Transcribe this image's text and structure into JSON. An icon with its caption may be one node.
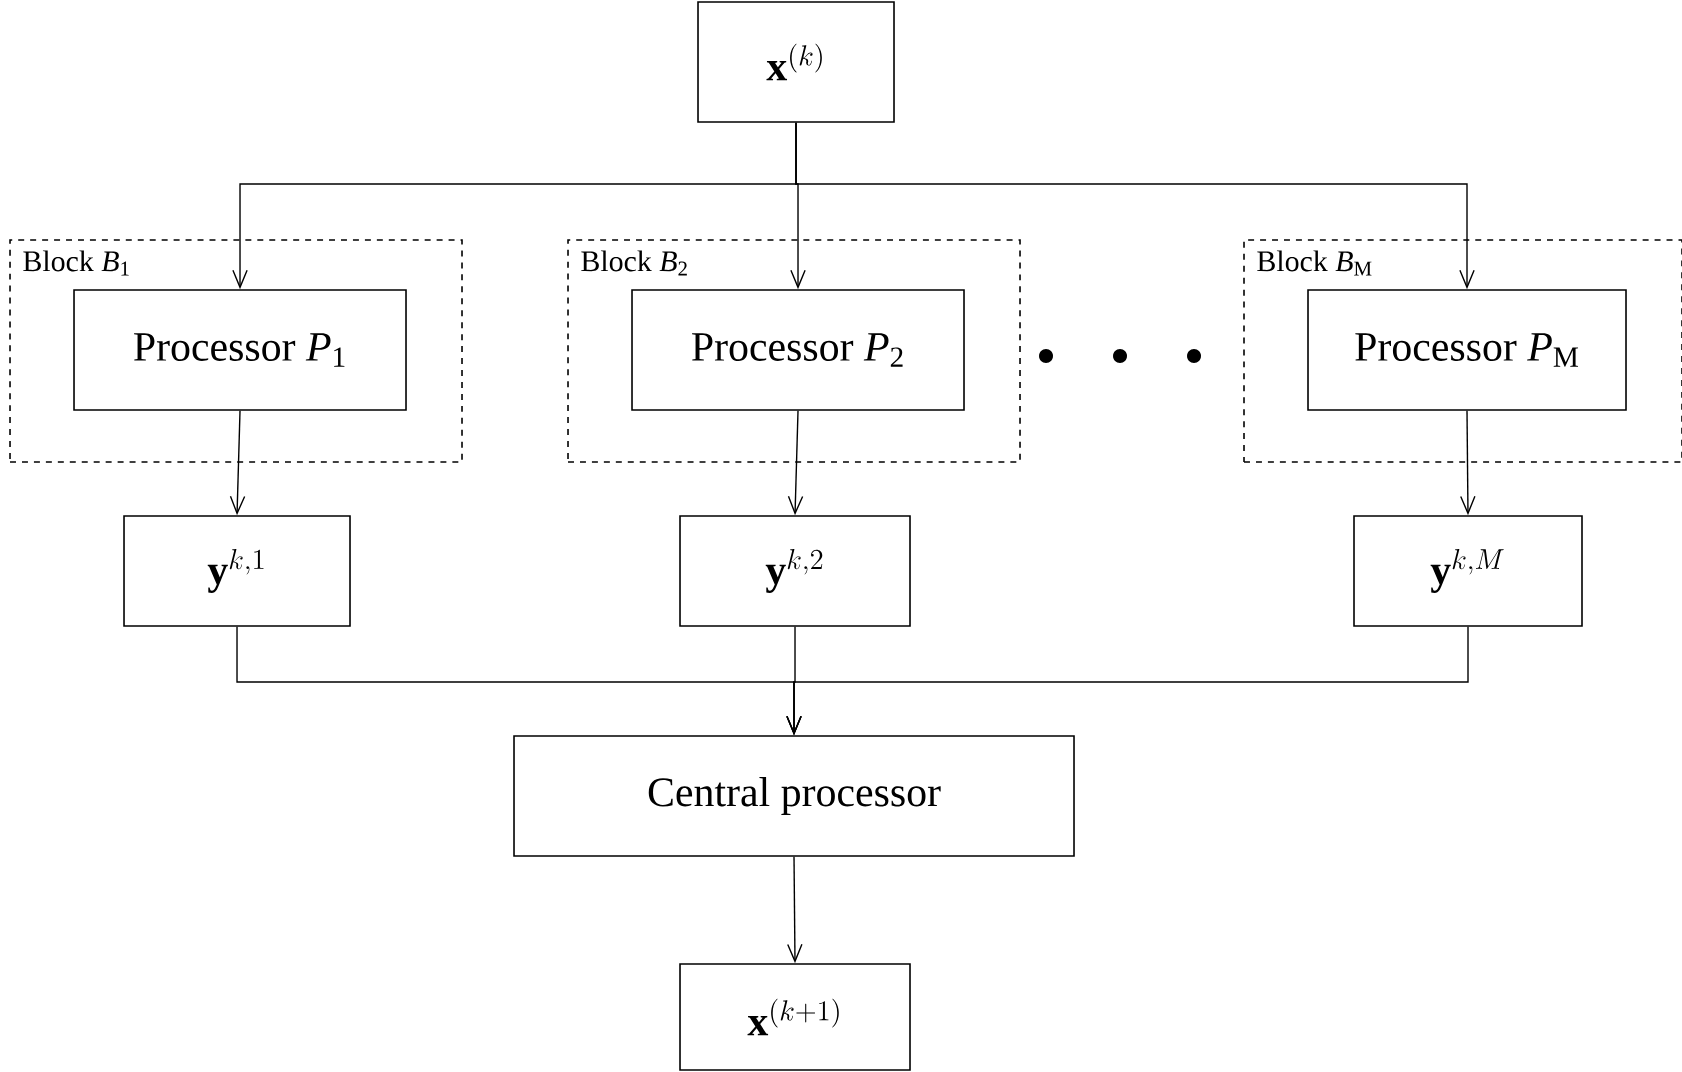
{
  "diagram": {
    "nodes": [
      {
        "text": [
          "\\mathbf{x}^{(k)}"
        ]
      },
      {
        "text": [
          "Block *B*$_{1}$"
        ]
      },
      {
        "text": [
          "Processor *P*$_{1}$"
        ],
        "in": 1
      },
      {
        "text": [
          "Block *B*$_{2}$"
        ]
      },
      {
        "text": [
          "Processor *P*$_{2}$"
        ],
        "in": 3
      },
      {
        "text": [
          "Block *B*$_{M}$"
        ]
      },
      {
        "text": [
          "Processor *P*$_{M}$"
        ],
        "in": 5
      },
      {
        "text": [
          "\\mathbf{y}^{k,1}"
        ]
      },
      {
        "text": [
          "\\mathbf{y}^{k,2}"
        ]
      },
      {
        "text": [
          "\\mathbf{y}^{k,M}"
        ]
      },
      {
        "text": [
          "Central processor"
        ]
      },
      {
        "text": [
          "\\mathbf{x}^{(k+1)}"
        ]
      }
    ],
    "edges": [
      {
        "from": 0,
        "to": 2,
        "arrow": "to"
      },
      {
        "from": 0,
        "to": 4,
        "arrow": "to"
      },
      {
        "from": 0,
        "to": 6,
        "arrow": "to"
      },
      {
        "from": 2,
        "to": 7,
        "arrow": "to"
      },
      {
        "from": 4,
        "to": 8,
        "arrow": "to"
      },
      {
        "from": 6,
        "to": 9,
        "arrow": "to"
      },
      {
        "from": 7,
        "to": 10,
        "arrow": "to"
      },
      {
        "from": 8,
        "to": 10,
        "arrow": "to"
      },
      {
        "from": 9,
        "to": 10,
        "arrow": "to"
      },
      {
        "from": 10,
        "to": 11,
        "arrow": "to"
      }
    ]
  }
}
